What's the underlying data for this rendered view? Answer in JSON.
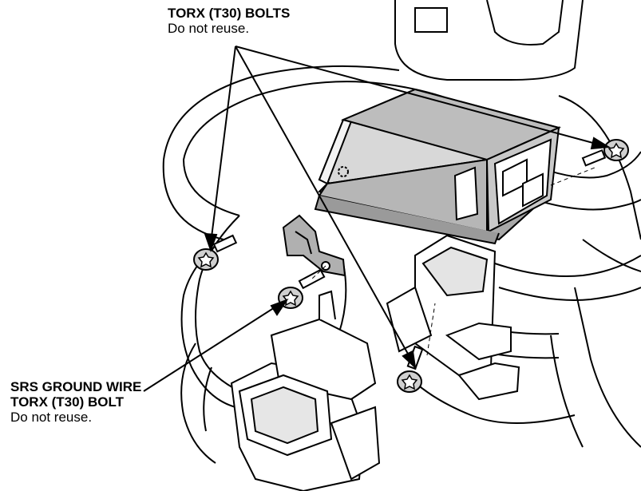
{
  "labels": {
    "torx_bolts": {
      "title": "TORX (T30) BOLTS",
      "note": "Do not reuse."
    },
    "ground_bolt": {
      "line1": "SRS GROUND WIRE",
      "line2": "TORX (T30) BOLT",
      "note": "Do not reuse."
    }
  },
  "colors": {
    "ink": "#000000",
    "module_fill": "#b8b8b8",
    "part_fill": "#ffffff",
    "bolt_fill": "#d0d0d0"
  },
  "icons": [
    "torx-bolt-icon",
    "srs-unit-icon",
    "wire-harness-icon",
    "connector-icon",
    "ground-bracket-icon"
  ]
}
